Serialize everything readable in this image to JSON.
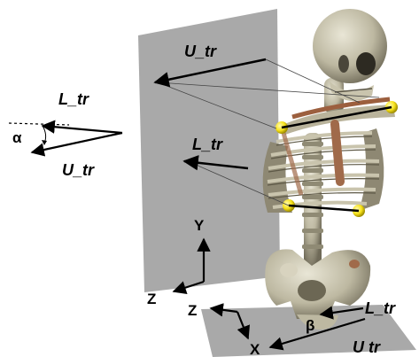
{
  "labels": {
    "alpha": "α",
    "beta": "β",
    "L_tr": "L_tr",
    "U_tr": "U_tr",
    "U_tr_alt": "U tr",
    "Y": "Y",
    "Z": "Z",
    "X": "X"
  },
  "colors": {
    "plane": "#a9a9a9",
    "bone": "#cfcab5",
    "bone_shadow": "#6f6a58",
    "muscle": "#b07a55",
    "marker": "#f7e21a",
    "ink": "#000000"
  }
}
